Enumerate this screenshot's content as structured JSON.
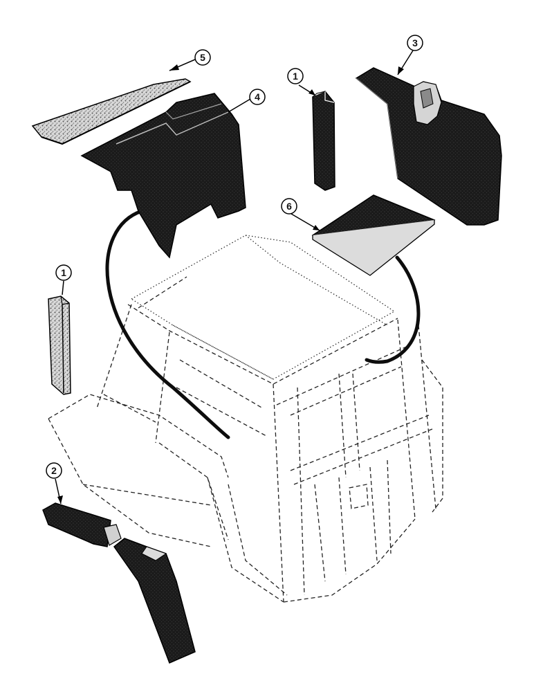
{
  "callouts": [
    {
      "id": "callout-1-top",
      "label": "1"
    },
    {
      "id": "callout-1-left",
      "label": "1"
    },
    {
      "id": "callout-2",
      "label": "2"
    },
    {
      "id": "callout-3",
      "label": "3"
    },
    {
      "id": "callout-4",
      "label": "4"
    },
    {
      "id": "callout-5",
      "label": "5"
    },
    {
      "id": "callout-6",
      "label": "6"
    }
  ],
  "colors": {
    "ink": "#1b1b1b",
    "paper": "#ffffff",
    "speckle": "#9a9a9a"
  }
}
